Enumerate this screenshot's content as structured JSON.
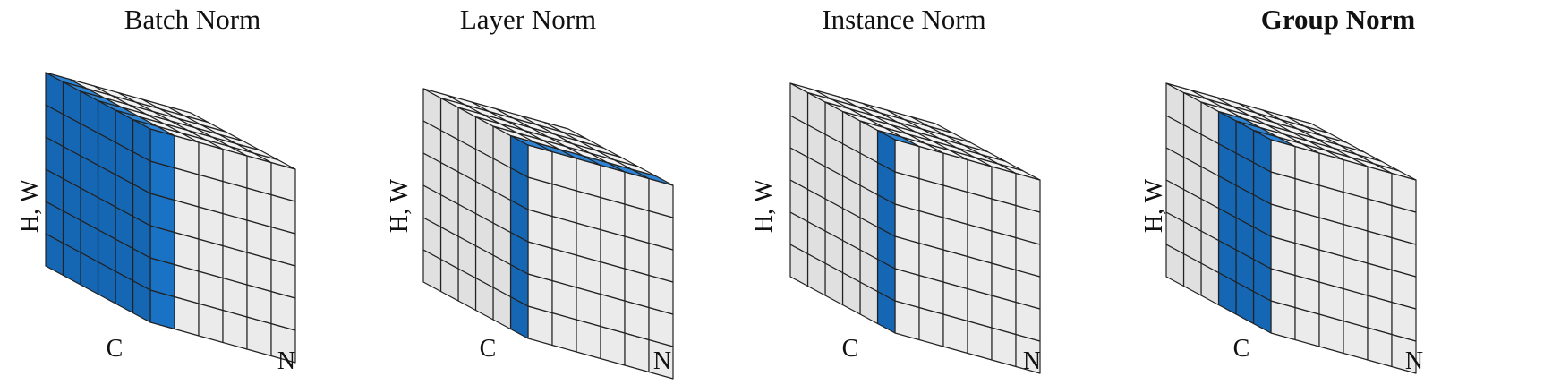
{
  "colors": {
    "highlight_front": "#1a72c4",
    "highlight_side": "#1566b3",
    "highlight_top": "#2d84d4",
    "gray_front": "#ebebeb",
    "gray_side": "#e0e0e0",
    "gray_top": "#f2f2f2",
    "grid_line": "#222222"
  },
  "axis_labels": {
    "hw": "H, W",
    "c": "C",
    "n": "N"
  },
  "panels": [
    {
      "title": "Batch Norm",
      "title_bold": false,
      "highlight": {
        "axis": "N",
        "from": 0,
        "to": 1
      }
    },
    {
      "title": "Layer Norm",
      "title_bold": false,
      "highlight": {
        "axis": "C",
        "from": 5,
        "to": 6
      }
    },
    {
      "title": "Instance Norm",
      "title_bold": false,
      "highlight": {
        "axis": "CN",
        "c": 5,
        "n": 0
      }
    },
    {
      "title": "Group Norm",
      "title_bold": true,
      "highlight": {
        "axis": "C",
        "from": 3,
        "to": 6,
        "n_from": 0,
        "n_to": 1
      }
    }
  ]
}
